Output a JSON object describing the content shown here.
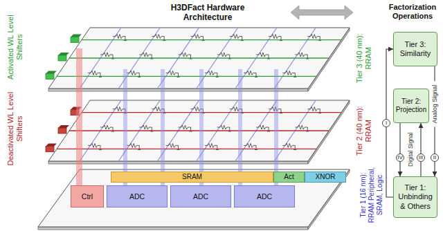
{
  "diagram": {
    "title": "H3DFact Hardware Architecture",
    "nodes": [
      {
        "text": [
          "Tier 3: Similarity"
        ]
      },
      {
        "text": [
          "Tier 2: Projection"
        ]
      },
      {
        "text": [
          "Tier 1: Unbinding & Others"
        ]
      },
      {
        "text": [
          "Ctrl"
        ]
      },
      {
        "text": [
          "ADC"
        ]
      },
      {
        "text": [
          "ADC"
        ]
      },
      {
        "text": [
          "ADC"
        ]
      },
      {
        "text": [
          "SRAM"
        ]
      },
      {
        "text": [
          "Act"
        ]
      },
      {
        "text": [
          "XNOR"
        ]
      }
    ],
    "edges": [
      {
        "from": 2,
        "to": 0,
        "arrow": "to",
        "label": "I"
      },
      {
        "from": 0,
        "to": 2,
        "arrow": "to",
        "label": "II"
      },
      {
        "from": 2,
        "to": 1,
        "arrow": "to",
        "label": "III"
      },
      {
        "from": 1,
        "to": 2,
        "arrow": "to",
        "label": "IV"
      }
    ],
    "labels": [
      "Factorization Operations",
      "Activated WL Level Shifters",
      "Deactivated WL Level Shifters",
      "Tier 3 (40 nm): RRAM",
      "Tier 2 (40 nm): RRAM",
      "Tier 1 (16 nm): RRAM Peripheral, SRAM, Logic",
      "Analog Signal",
      "Digital Signal"
    ]
  }
}
